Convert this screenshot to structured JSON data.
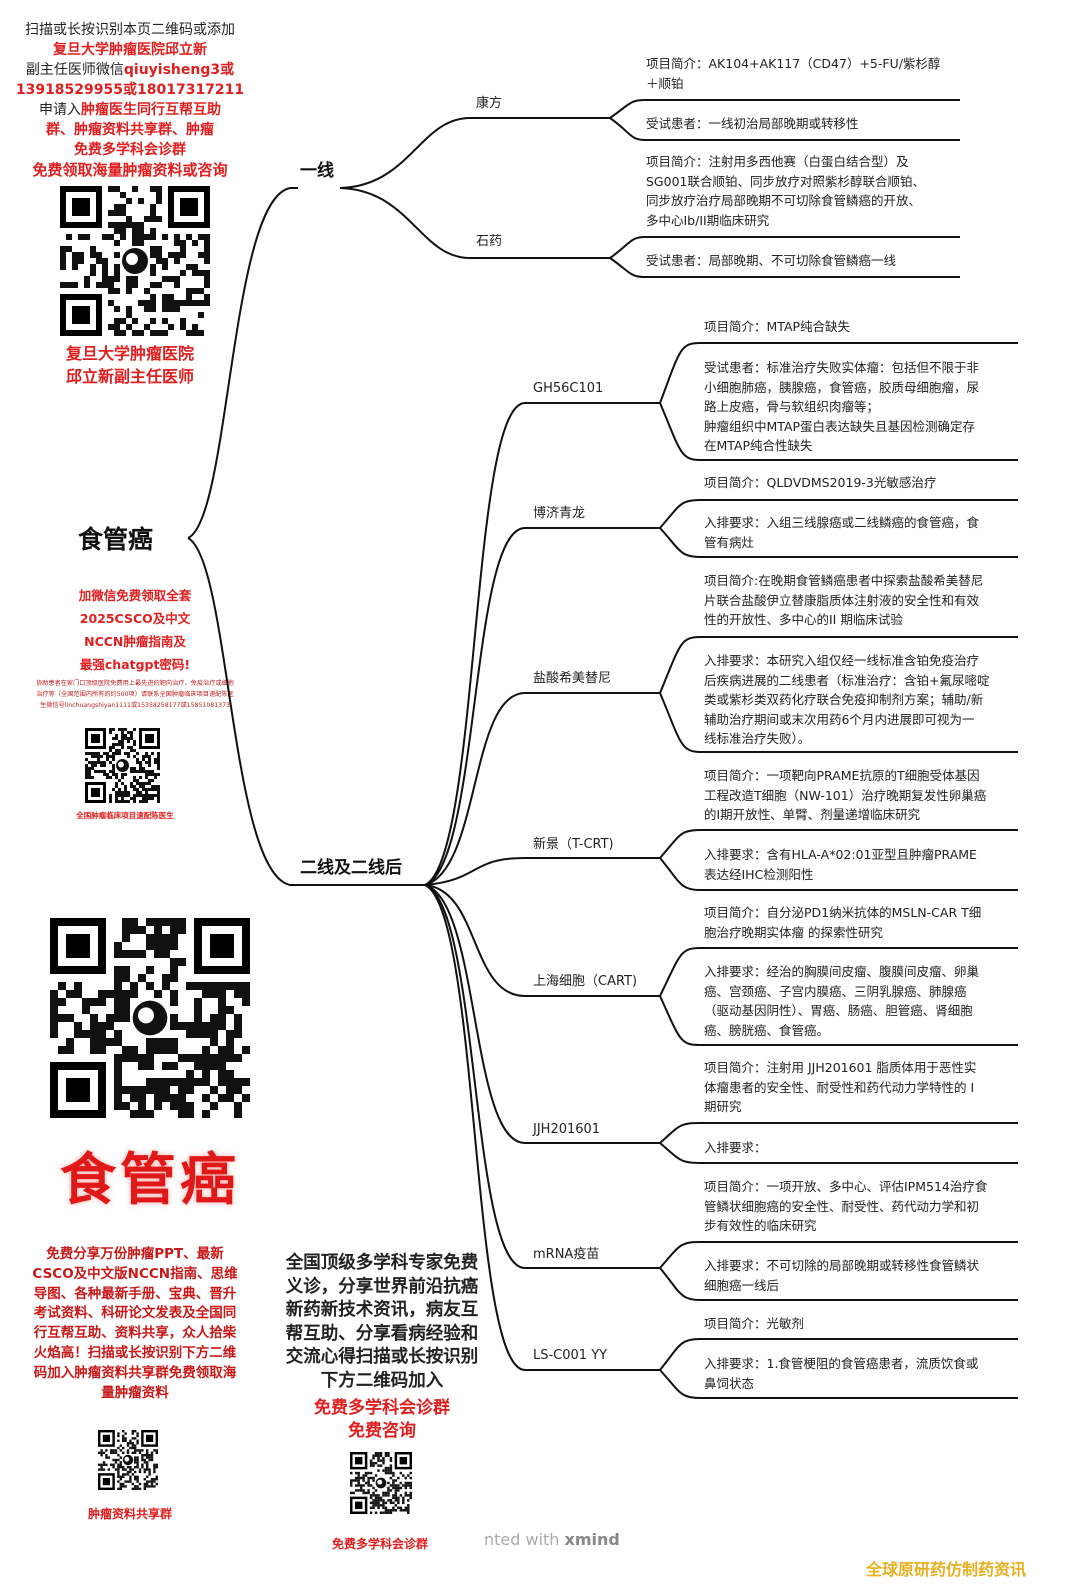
{
  "left_top": {
    "lines": [
      {
        "text": "扫描或长按识别本页二维码或添加",
        "style": "black"
      },
      {
        "text": "复旦大学肿瘤医院邱立新",
        "style": "red"
      },
      {
        "text": "副主任医师微信",
        "style": "black",
        "tail": "qiuyisheng3或",
        "tail_style": "red"
      },
      {
        "text": "13918529955或18017317211",
        "style": "red"
      },
      {
        "text": "申请入",
        "style": "black",
        "tail": "肿瘤医生同行互帮互助",
        "tail_style": "red"
      },
      {
        "text": "群、肿瘤资料共享群、肿瘤",
        "style": "red"
      },
      {
        "text": "免费多学科会诊群",
        "style": "red"
      },
      {
        "text": "免费领取海量肿瘤资料或咨询",
        "style": "red"
      }
    ],
    "qr_caption": [
      "复旦大学肿瘤医院",
      "邱立新副主任医师"
    ]
  },
  "left_mid": {
    "lines": [
      "加微信免费领取全套",
      "2025CSCO及中文",
      "NCCN肿瘤指南及",
      "最强chatgpt密码!"
    ],
    "small": "协助患者在家门口顶级医院免费用上最先进的靶向治疗、免疫治疗或细胞治疗等（全国范围内所有的约500项）请联系全国肿瘤临床项目速配陈医生微信号linchuangshiyan1111或15358258177或15851081373",
    "qr_caption": "全国肿瘤临床项目速配陈医生"
  },
  "left_bottom": {
    "big_title": "食管癌",
    "paragraph": "免费分享万份肿瘤PPT、最新CSCO及中文版NCCN指南、思维导图、各种最新手册、宝典、晋升考试资料、科研论文发表及全国同行互帮互助、资料共享，众人拾柴火焰高！扫描或长按识别下方二维码加入肿瘤资料共享群免费领取海量肿瘤资料",
    "qr_caption": "肿瘤资料共享群"
  },
  "center_bottom": {
    "paragraph": "全国顶级多学科专家免费义诊，分享世界前沿抗癌新药新技术资讯，病友互帮互助、分享看病经验和交流心得扫描或长按识别下方二维码加入",
    "cta1": "免费多学科会诊群",
    "cta2": "免费咨询",
    "qr_caption": "免费多学科会诊群"
  },
  "mindmap": {
    "root": "食管癌",
    "branch1": "一线",
    "branch2": "二线及二线后",
    "topics": [
      {
        "id": "kangfang",
        "label": "康方"
      },
      {
        "id": "shiyao",
        "label": "石药"
      },
      {
        "id": "gh56",
        "label": "GH56C101"
      },
      {
        "id": "boji",
        "label": "博济青龙"
      },
      {
        "id": "yansuan",
        "label": "盐酸希美替尼"
      },
      {
        "id": "xinjing",
        "label": "新景（T-CRT)"
      },
      {
        "id": "shanghai",
        "label": "上海细胞（CART)"
      },
      {
        "id": "jjh",
        "label": "JJH201601"
      },
      {
        "id": "mrna",
        "label": "mRNA疫苗"
      },
      {
        "id": "ls",
        "label": "LS-C001 YY"
      }
    ],
    "leaves": [
      {
        "id": "l1",
        "lines": [
          "项目简介：AK104+AK117（CD47）+5-FU/紫杉醇",
          "＋顺铂"
        ]
      },
      {
        "id": "l2",
        "lines": [
          "受试患者：一线初治局部晚期或转移性"
        ]
      },
      {
        "id": "l3",
        "lines": [
          "项目简介：注射用多西他赛（白蛋白结合型）及",
          "SG001联合顺铂、同步放疗对照紫杉醇联合顺铂、",
          "同步放疗治疗局部晚期不可切除食管鳞癌的开放、",
          "多中心Ib/II期临床研究"
        ]
      },
      {
        "id": "l4",
        "lines": [
          "受试患者：局部晚期、不可切除食管鳞癌一线"
        ]
      },
      {
        "id": "l5",
        "lines": [
          "项目简介：MTAP纯合缺失"
        ]
      },
      {
        "id": "l6",
        "lines": [
          "受试患者：标准治疗失败实体瘤：包括但不限于非",
          "小细胞肺癌，胰腺癌，食管癌，胶质母细胞瘤，尿",
          "路上皮癌，骨与软组织肉瘤等；",
          "肿瘤组织中MTAP蛋白表达缺失且基因检测确定存",
          "在MTAP纯合性缺失"
        ]
      },
      {
        "id": "l7",
        "lines": [
          "项目简介：QLDVDMS2019-3光敏感治疗"
        ]
      },
      {
        "id": "l8",
        "lines": [
          "入排要求：入组三线腺癌或二线鳞癌的食管癌，食",
          "管有病灶"
        ]
      },
      {
        "id": "l9",
        "lines": [
          "项目简介:在晚期食管鳞癌患者中探索盐酸希美替尼",
          "片联合盐酸伊立替康脂质体注射液的安全性和有效",
          "性的开放性、多中心的II 期临床试验"
        ]
      },
      {
        "id": "l10",
        "lines": [
          "入排要求：本研究入组仅经一线标准含铂免疫治疗",
          "后疾病进展的二线患者（标准治疗：含铂+氟尿嘧啶",
          "类或紫杉类双药化疗联合免疫抑制剂方案；辅助/新",
          "辅助治疗期间或末次用药6个月内进展即可视为一",
          "线标准治疗失败）。"
        ]
      },
      {
        "id": "l11",
        "lines": [
          "项目简介：一项靶向PRAME抗原的T细胞受体基因",
          "工程改造T细胞（NW-101）治疗晚期复发性卵巢癌",
          "的I期开放性、单臂、剂量递增临床研究"
        ]
      },
      {
        "id": "l12",
        "lines": [
          "入排要求：含有HLA-A*02:01亚型且肿瘤PRAME",
          "表达经IHC检测阳性"
        ]
      },
      {
        "id": "l13",
        "lines": [
          "项目简介：自分泌PD1纳米抗体的MSLN-CAR T细",
          "胞治疗晚期实体瘤 的探索性研究"
        ]
      },
      {
        "id": "l14",
        "lines": [
          "入排要求：经治的胸膜间皮瘤、腹膜间皮瘤、卵巢",
          "癌、宫颈癌、子宫内膜癌、三阴乳腺癌、肺腺癌",
          "（驱动基因阴性）、胃癌、肠癌、胆管癌、肾细胞",
          "癌、膀胱癌、食管癌。"
        ]
      },
      {
        "id": "l15",
        "lines": [
          "项目简介：注射用 JJH201601 脂质体用于恶性实",
          "体瘤患者的安全性、耐受性和药代动力学特性的 I",
          "期研究"
        ]
      },
      {
        "id": "l16",
        "lines": [
          "入排要求："
        ]
      },
      {
        "id": "l17",
        "lines": [
          "项目简介：一项开放、多中心、评估IPM514治疗食",
          "管鳞状细胞癌的安全性、耐受性、药代动力学和初",
          "步有效性的临床研究"
        ]
      },
      {
        "id": "l18",
        "lines": [
          "入排要求：不可切除的局部晚期或转移性食管鳞状",
          "细胞癌一线后"
        ]
      },
      {
        "id": "l19",
        "lines": [
          "项目简介：光敏剂"
        ]
      },
      {
        "id": "l20",
        "lines": [
          "入排要求：1.食管梗阻的食管癌患者，流质饮食或",
          "鼻饲状态"
        ]
      }
    ]
  },
  "watermark_xmind": "nted with",
  "watermark_xmind_brand": "xmind",
  "watermark_right": "全球原研药仿制药资讯"
}
